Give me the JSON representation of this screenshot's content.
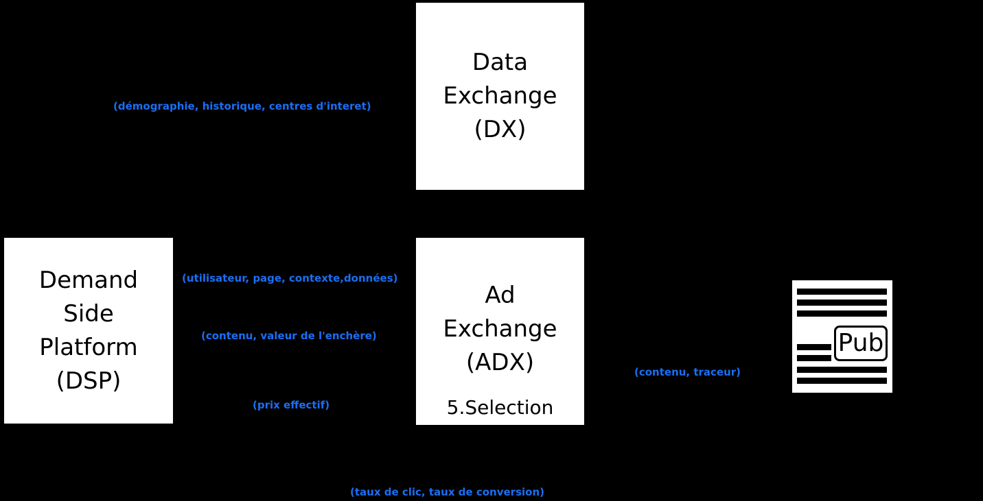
{
  "colors": {
    "background": "#000000",
    "box_background": "#ffffff",
    "box_text": "#000000",
    "label_blue": "#1b6ef3"
  },
  "boxes": {
    "data_exchange": {
      "lines": [
        "Data",
        "Exchange",
        "(DX)"
      ]
    },
    "demand_side_platform": {
      "lines": [
        "Demand",
        "Side",
        "Platform",
        "(DSP)"
      ]
    },
    "ad_exchange": {
      "lines": [
        "Ad",
        "Exchange",
        "(ADX)"
      ],
      "step": "5.Selection"
    }
  },
  "labels": {
    "demographie": "(démographie, historique, centres d'interet)",
    "utilisateur": "(utilisateur, page, contexte,données)",
    "enchere": "(contenu, valeur de l'enchère)",
    "prix": "(prix effectif)",
    "traceur": "(contenu, traceur)",
    "taux": "(taux de clic, taux de conversion)"
  },
  "publisher_page": {
    "ad_label": "Pub"
  }
}
